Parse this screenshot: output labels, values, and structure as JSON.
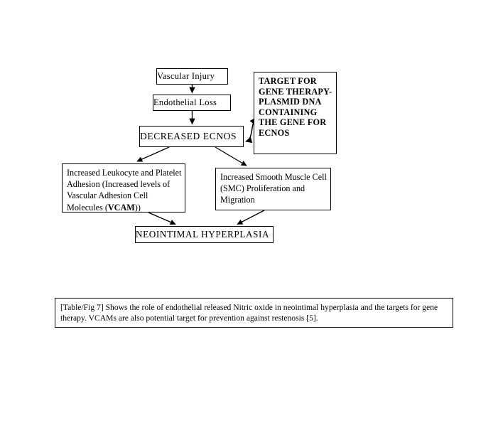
{
  "figure": {
    "background_color": "#ffffff",
    "line_color": "#000000",
    "nodes": {
      "vascular_injury": "Vascular Injury",
      "endothelial_loss": "Endothelial Loss",
      "decreased_ecnos": "DECREASED ECNOS",
      "target_gene_therapy": "TARGET FOR GENE THERAPY-PLASMID DNA CONTAINING THE GENE FOR ECNOS",
      "leukocyte_platelet_adhesion_part1": "Increased Leukocyte and Platelet Adhesion (Increased levels of Vascular Adhesion Cell Molecules (",
      "leukocyte_platelet_adhesion_bold": "VCAM",
      "leukocyte_platelet_adhesion_part2": "))",
      "smc_proliferation": "Increased Smooth Muscle Cell (SMC) Proliferation and Migration",
      "neointimal_hyperplasia": "NEOINTIMAL HYPERPLASIA"
    },
    "caption": "[Table/Fig 7] Shows the role of endothelial released Nitric oxide in neointimal hyperplasia and the targets for gene therapy. VCAMs are also potential target for prevention against restenosis [5].",
    "connectors": [
      {
        "name": "vascular-injury-to-endothelial-loss",
        "type": "straight-arrow",
        "direction": "down"
      },
      {
        "name": "endothelial-loss-to-decreased-ecnos",
        "type": "straight-arrow",
        "direction": "down"
      },
      {
        "name": "decreased-ecnos-to-target-gene-therapy",
        "type": "curved-double-arrow",
        "direction": "bidirectional"
      },
      {
        "name": "decreased-ecnos-to-leukocyte-adhesion",
        "type": "diagonal-arrow",
        "direction": "down-left"
      },
      {
        "name": "decreased-ecnos-to-smc-proliferation",
        "type": "diagonal-arrow",
        "direction": "down-right"
      },
      {
        "name": "leukocyte-adhesion-to-neointimal-hyperplasia",
        "type": "diagonal-arrow",
        "direction": "down-right"
      },
      {
        "name": "smc-proliferation-to-neointimal-hyperplasia",
        "type": "diagonal-arrow",
        "direction": "down-left"
      }
    ]
  }
}
